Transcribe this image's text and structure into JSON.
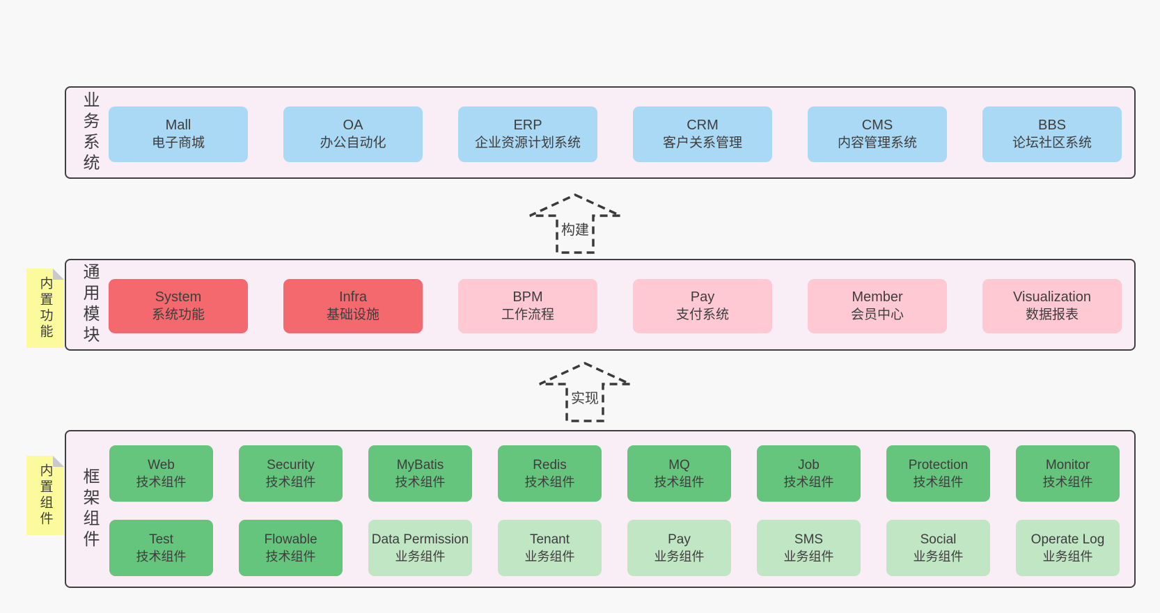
{
  "colors": {
    "page_bg": "#f8f8f8",
    "panel_bg": "#f9edf6",
    "panel_border": "#3f3f3f",
    "blue": "#aad9f5",
    "red": "#f4696e",
    "pink": "#ffc9d3",
    "green": "#66c57d",
    "light_green": "#c0e6c4",
    "note_yellow": "#fbfb9d",
    "note_fold": "#c9c9c9",
    "text": "#3d3d3d"
  },
  "arrows": [
    {
      "label": "构建"
    },
    {
      "label": "实现"
    }
  ],
  "layers": [
    {
      "side_label": "业务系统",
      "boxes": [
        {
          "name": "Mall",
          "desc": "电子商城"
        },
        {
          "name": "OA",
          "desc": "办公自动化"
        },
        {
          "name": "ERP",
          "desc": "企业资源计划系统"
        },
        {
          "name": "CRM",
          "desc": "客户关系管理"
        },
        {
          "name": "CMS",
          "desc": "内容管理系统"
        },
        {
          "name": "BBS",
          "desc": "论坛社区系统"
        }
      ]
    },
    {
      "side_label": "通用模块",
      "note": "内置功能",
      "boxes": [
        {
          "name": "System",
          "desc": "系统功能"
        },
        {
          "name": "Infra",
          "desc": "基础设施"
        },
        {
          "name": "BPM",
          "desc": "工作流程"
        },
        {
          "name": "Pay",
          "desc": "支付系统"
        },
        {
          "name": "Member",
          "desc": "会员中心"
        },
        {
          "name": "Visualization",
          "desc": "数据报表"
        }
      ]
    },
    {
      "side_label": "框架组件",
      "note": "内置组件",
      "rows": [
        [
          {
            "name": "Web",
            "desc": "技术组件"
          },
          {
            "name": "Security",
            "desc": "技术组件"
          },
          {
            "name": "MyBatis",
            "desc": "技术组件"
          },
          {
            "name": "Redis",
            "desc": "技术组件"
          },
          {
            "name": "MQ",
            "desc": "技术组件"
          },
          {
            "name": "Job",
            "desc": "技术组件"
          },
          {
            "name": "Protection",
            "desc": "技术组件"
          },
          {
            "name": "Monitor",
            "desc": "技术组件"
          }
        ],
        [
          {
            "name": "Test",
            "desc": "技术组件"
          },
          {
            "name": "Flowable",
            "desc": "技术组件"
          },
          {
            "name": "Data Permission",
            "desc": "业务组件"
          },
          {
            "name": "Tenant",
            "desc": "业务组件"
          },
          {
            "name": "Pay",
            "desc": "业务组件"
          },
          {
            "name": "SMS",
            "desc": "业务组件"
          },
          {
            "name": "Social",
            "desc": "业务组件"
          },
          {
            "name": "Operate Log",
            "desc": "业务组件"
          }
        ]
      ]
    }
  ]
}
